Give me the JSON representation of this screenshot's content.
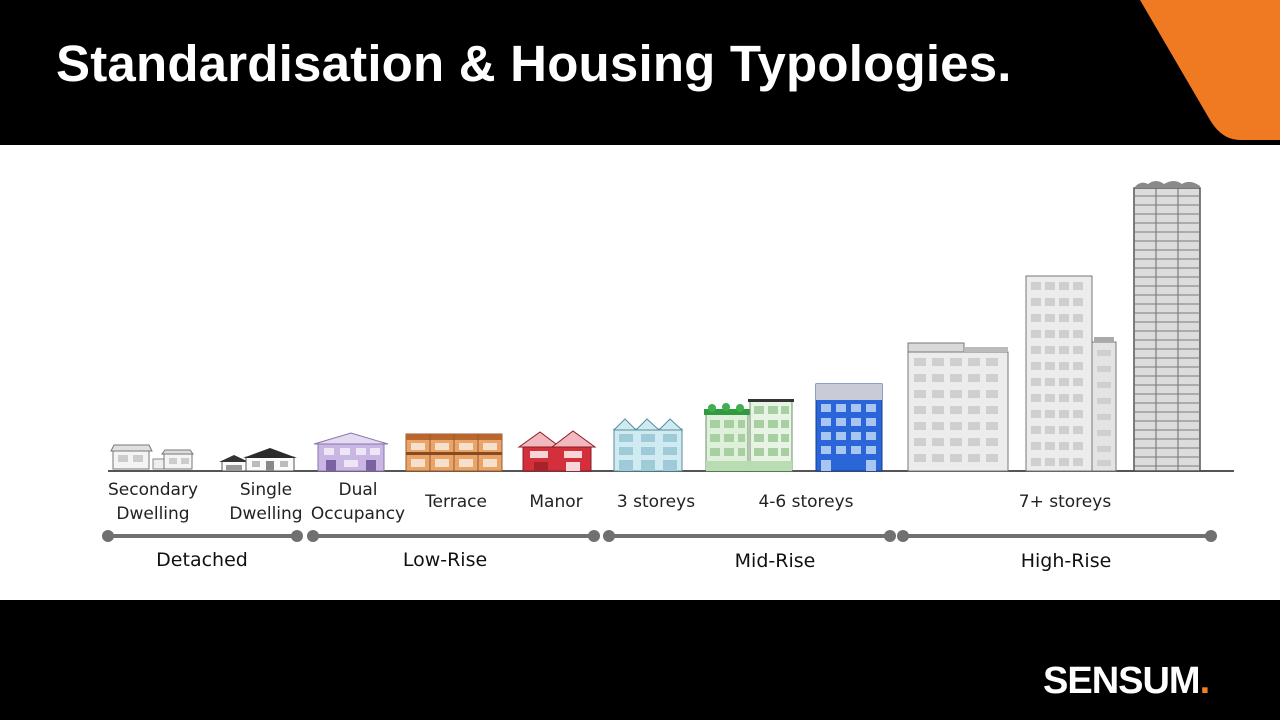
{
  "slide": {
    "title": "Standardisation & Housing Typologies.",
    "accent_color": "#f07a22",
    "logo_text": "SENSUM",
    "logo_dot": "."
  },
  "typologies": [
    {
      "line1": "Secondary",
      "line2": "Dwelling"
    },
    {
      "line1": "Single",
      "line2": "Dwelling"
    },
    {
      "line1": "Dual",
      "line2": "Occupancy"
    },
    {
      "line1": "Terrace"
    },
    {
      "line1": "Manor"
    },
    {
      "line1": "3 storeys"
    },
    {
      "line1": "4-6 storeys"
    },
    {
      "line1": "7+ storeys"
    }
  ],
  "categories": [
    "Detached",
    "Low-Rise",
    "Mid-Rise",
    "High-Rise"
  ],
  "colors": {
    "timeline": "#707070",
    "dual": "#b9a3d6",
    "terrace": "#d98a4e",
    "manor": "#d4303c",
    "three_storey": "#c8e6ee",
    "midrise": "#d7ebd0",
    "midrise_blue": "#1f5fd6",
    "highrise": "#e3e3e3",
    "highrise_dark": "#7a7a7a"
  }
}
